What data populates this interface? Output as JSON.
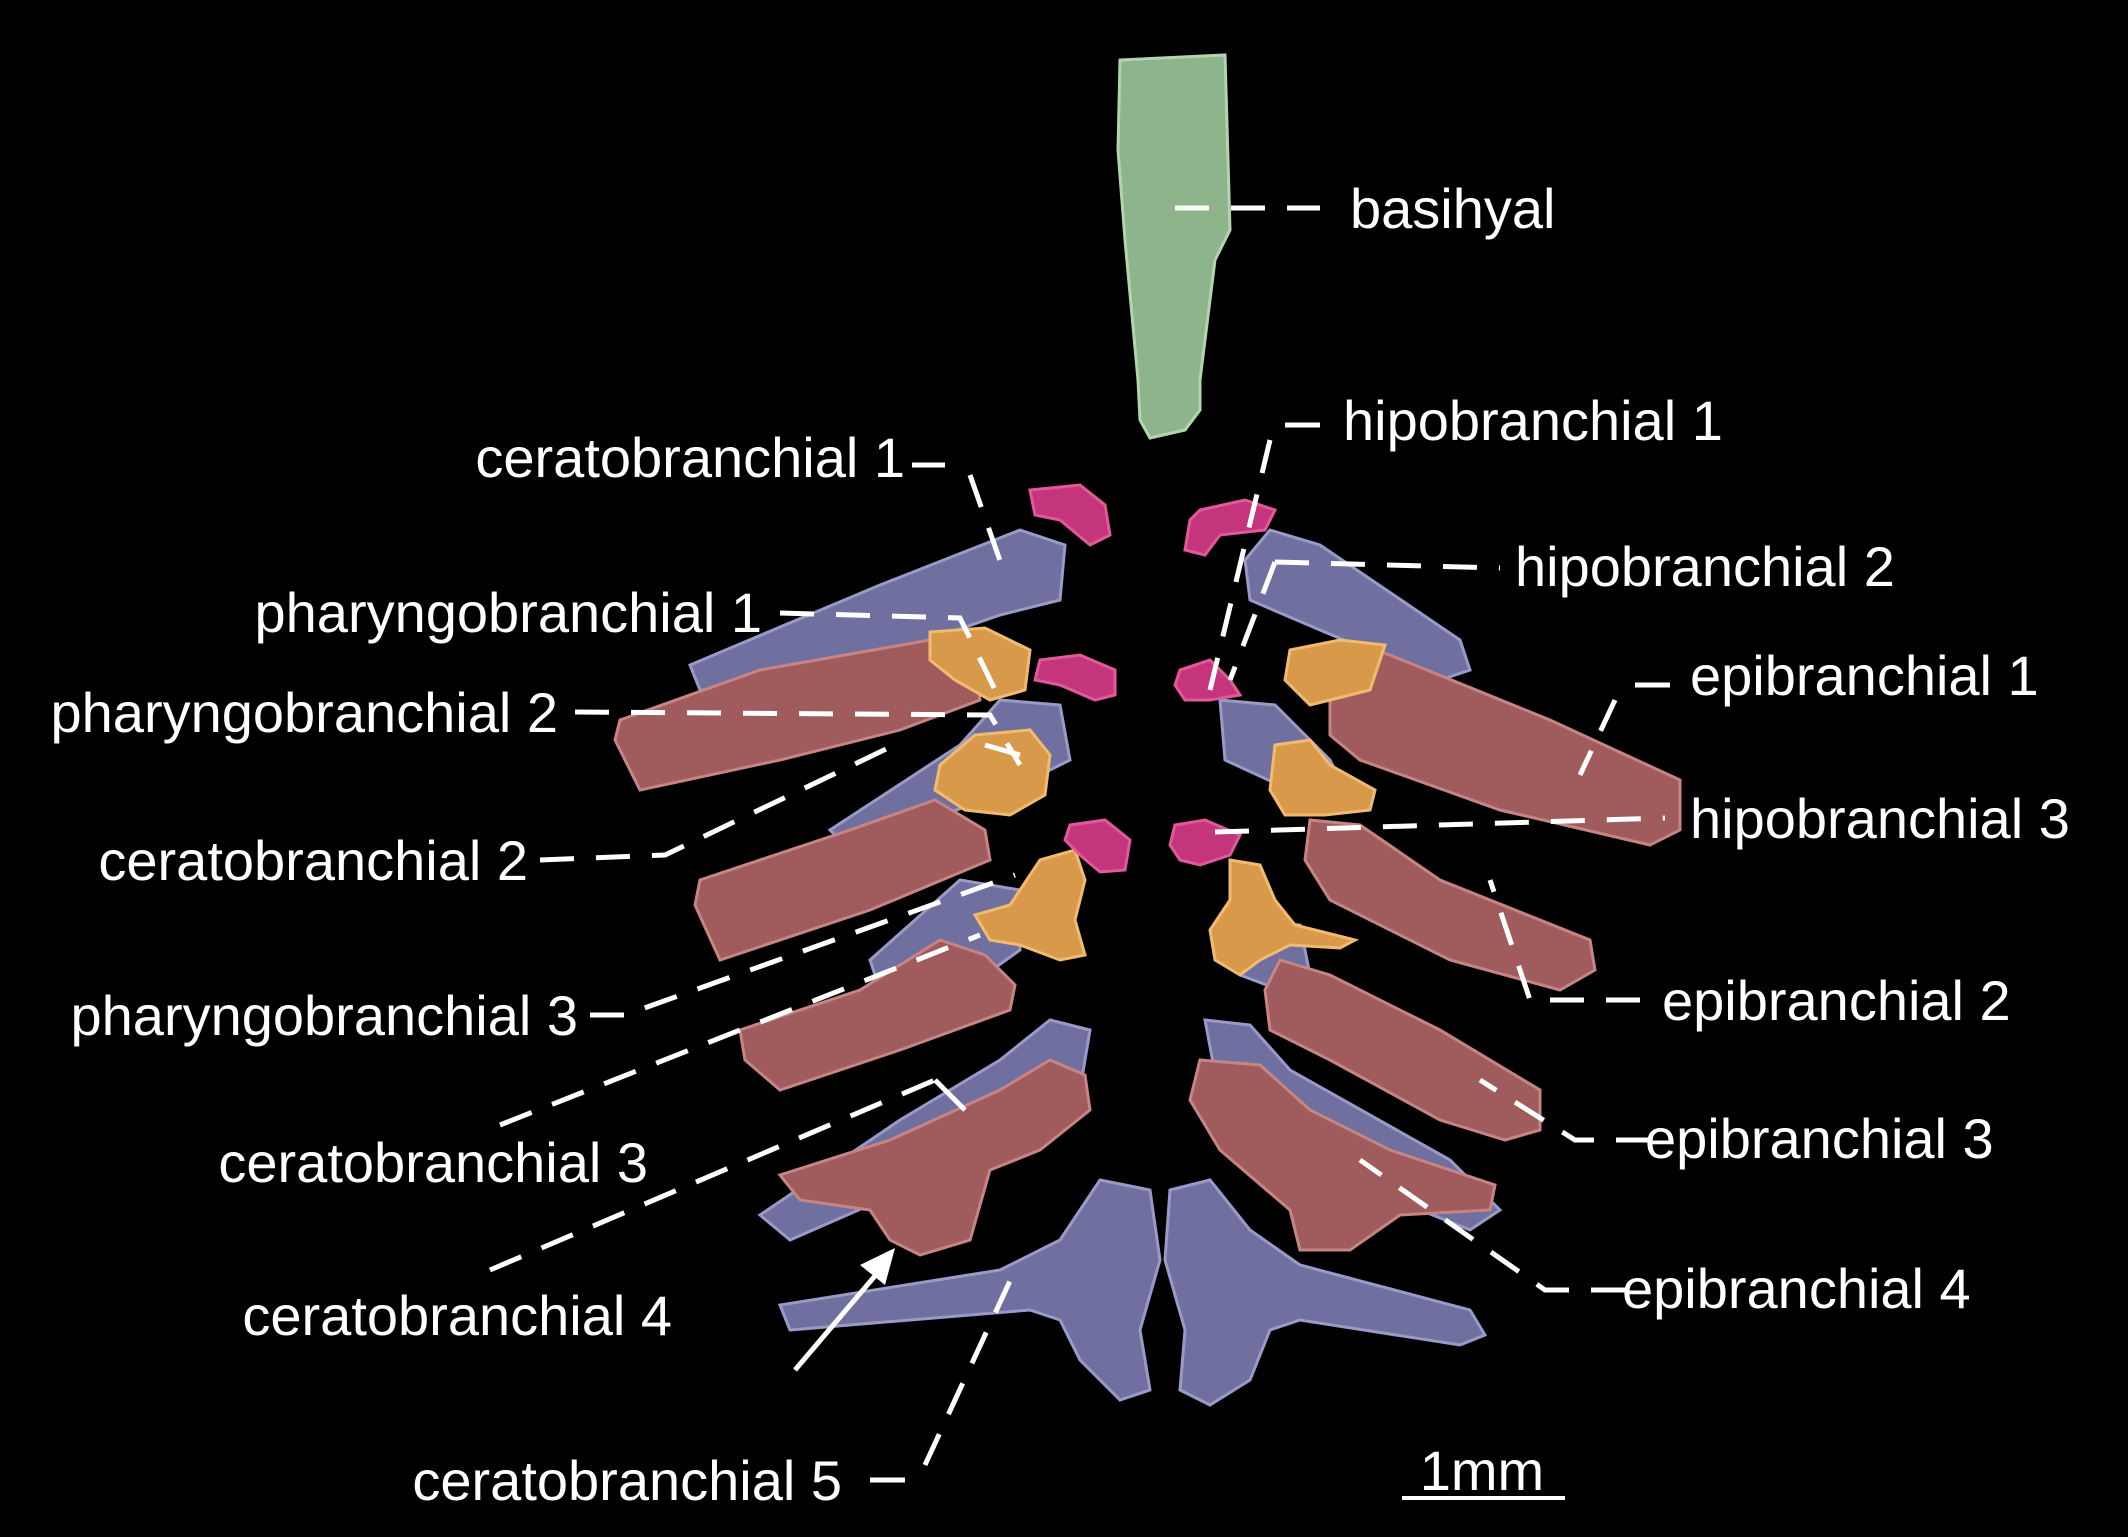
{
  "labels": {
    "basihyal": "basihyal",
    "hipobranchial_1": "hipobranchial 1",
    "hipobranchial_2": "hipobranchial 2",
    "hipobranchial_3": "hipobranchial 3",
    "ceratobranchial_1": "ceratobranchial 1",
    "ceratobranchial_2": "ceratobranchial 2",
    "ceratobranchial_3": "ceratobranchial 3",
    "ceratobranchial_4": "ceratobranchial 4",
    "ceratobranchial_5": "ceratobranchial 5",
    "pharyngobranchial_1": "pharyngobranchial 1",
    "pharyngobranchial_2": "pharyngobranchial 2",
    "pharyngobranchial_3": "pharyngobranchial 3",
    "epibranchial_1": "epibranchial 1",
    "epibranchial_2": "epibranchial 2",
    "epibranchial_3": "epibranchial 3",
    "epibranchial_4": "epibranchial 4"
  },
  "scale_bar": {
    "label": "1mm"
  },
  "colors": {
    "background": "#000000",
    "ceratobranchial": "#6f6fa0",
    "epibranchial": "#a05c5c",
    "pharyngobranchial": "#d89a4a",
    "hipobranchial": "#c4357c",
    "basihyal": "#8db48b",
    "annotation": "#ffffff"
  }
}
